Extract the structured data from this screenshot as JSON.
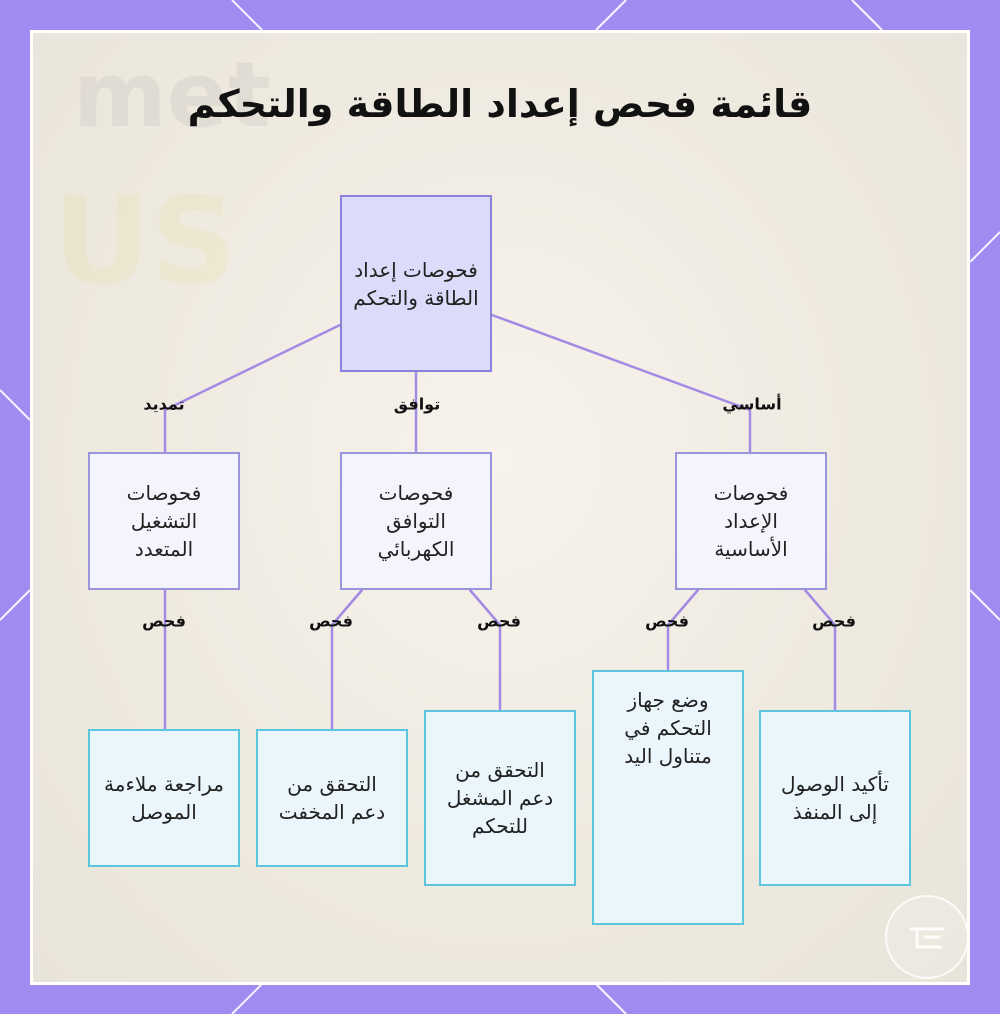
{
  "title": "قائمة فحص إعداد الطاقة والتحكم",
  "colors": {
    "background": "#a08cf0",
    "edge": "#a48ae4",
    "root_fill": "#dcdcfa",
    "mid_fill": "#f4f5fc",
    "leaf_fill": "#eaf6fb",
    "leaf_border": "#5cc6de"
  },
  "nodes": {
    "root": "فحوصات إعداد الطاقة والتحكم",
    "basic": "فحوصات الإعداد الأساسية",
    "compat": "فحوصات التوافق الكهربائي",
    "ext": "فحوصات التشغيل المتعدد",
    "port": "تأكيد الوصول إلى المنفذ",
    "reach": "وضع جهاز التحكم في متناول اليد",
    "driver": "التحقق من دعم المشغل للتحكم",
    "dimmer": "التحقق من دعم المخفت",
    "connector": "مراجعة ملاءمة الموصل"
  },
  "edge_labels": {
    "root_basic": "أساسي",
    "root_compat": "توافق",
    "root_ext": "تمديد",
    "basic_port": "فحص",
    "basic_reach": "فحص",
    "compat_driver": "فحص",
    "compat_dimmer": "فحص",
    "ext_connector": "فحص"
  },
  "icons": {
    "badge": "logo-badge-icon"
  }
}
